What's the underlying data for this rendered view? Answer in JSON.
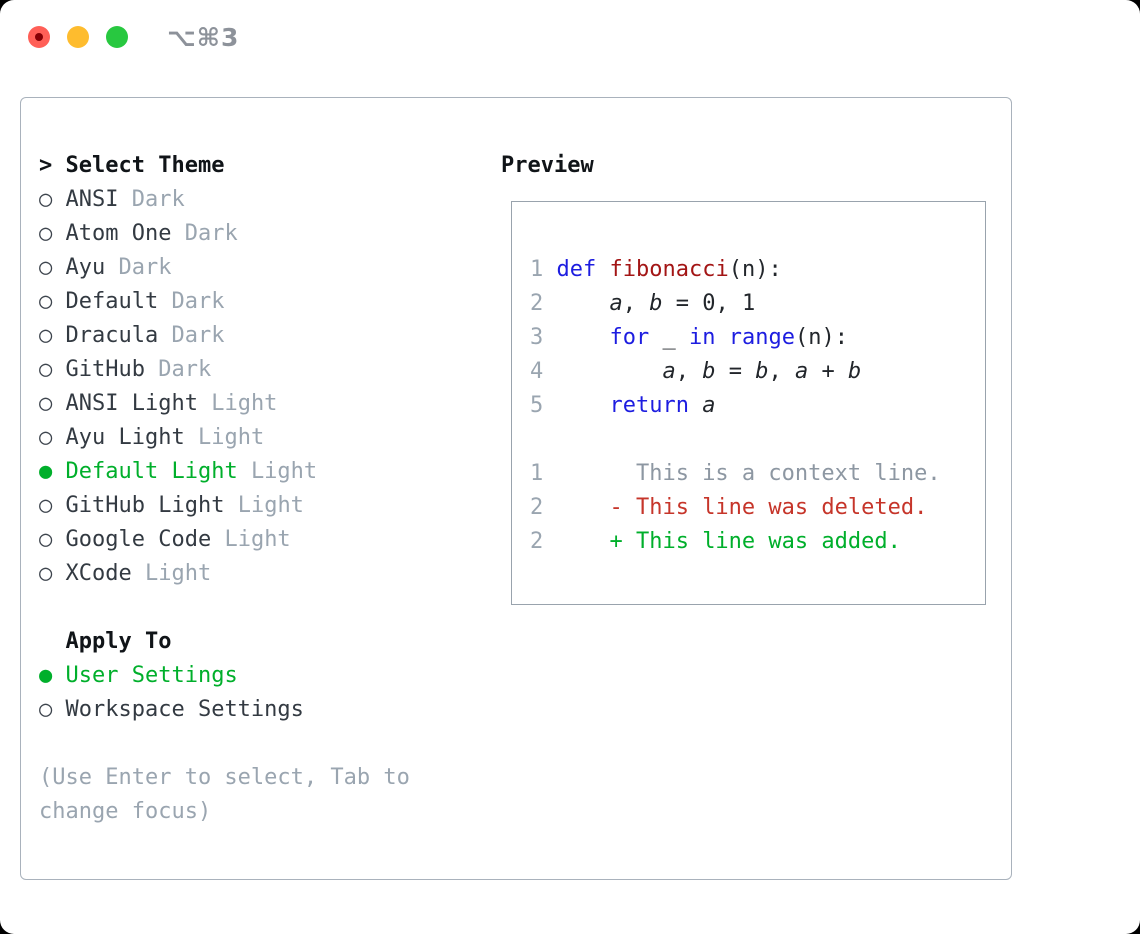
{
  "titlebar": {
    "shortcut_label": "⌥⌘3"
  },
  "glyphs": {
    "radio_selected": "●",
    "radio_unselected": "○",
    "prompt": ">"
  },
  "theme_panel": {
    "title": "Select Theme",
    "items": [
      {
        "name": "ANSI",
        "tag": "Dark",
        "selected": false
      },
      {
        "name": "Atom One",
        "tag": "Dark",
        "selected": false
      },
      {
        "name": "Ayu",
        "tag": "Dark",
        "selected": false
      },
      {
        "name": "Default",
        "tag": "Dark",
        "selected": false
      },
      {
        "name": "Dracula",
        "tag": "Dark",
        "selected": false
      },
      {
        "name": "GitHub",
        "tag": "Dark",
        "selected": false
      },
      {
        "name": "ANSI Light",
        "tag": "Light",
        "selected": false
      },
      {
        "name": "Ayu Light",
        "tag": "Light",
        "selected": false
      },
      {
        "name": "Default Light",
        "tag": "Light",
        "selected": true
      },
      {
        "name": "GitHub Light",
        "tag": "Light",
        "selected": false
      },
      {
        "name": "Google Code",
        "tag": "Light",
        "selected": false
      },
      {
        "name": "XCode",
        "tag": "Light",
        "selected": false
      }
    ]
  },
  "apply_panel": {
    "title": "Apply To",
    "options": [
      {
        "name": "User Settings",
        "selected": true
      },
      {
        "name": "Workspace Settings",
        "selected": false
      }
    ]
  },
  "help_text": [
    "(Use Enter to select, Tab to",
    "change focus)"
  ],
  "preview": {
    "title": "Preview",
    "code_lines": [
      {
        "num": "1",
        "segments": [
          {
            "t": " ",
            "c": "p"
          },
          {
            "t": "def",
            "c": "kw"
          },
          {
            "t": " ",
            "c": "p"
          },
          {
            "t": "fibonacci",
            "c": "fn"
          },
          {
            "t": "(n):",
            "c": "p"
          }
        ]
      },
      {
        "num": "2",
        "segments": [
          {
            "t": "     ",
            "c": "p"
          },
          {
            "t": "a",
            "c": "v"
          },
          {
            "t": ", ",
            "c": "p"
          },
          {
            "t": "b",
            "c": "v"
          },
          {
            "t": " = 0, 1",
            "c": "p"
          }
        ]
      },
      {
        "num": "3",
        "segments": [
          {
            "t": "     ",
            "c": "p"
          },
          {
            "t": "for",
            "c": "kw"
          },
          {
            "t": " _ ",
            "c": "p"
          },
          {
            "t": "in",
            "c": "kw"
          },
          {
            "t": " ",
            "c": "p"
          },
          {
            "t": "range",
            "c": "kw"
          },
          {
            "t": "(n):",
            "c": "p"
          }
        ]
      },
      {
        "num": "4",
        "segments": [
          {
            "t": "         ",
            "c": "p"
          },
          {
            "t": "a",
            "c": "v"
          },
          {
            "t": ", ",
            "c": "p"
          },
          {
            "t": "b",
            "c": "v"
          },
          {
            "t": " = ",
            "c": "p"
          },
          {
            "t": "b",
            "c": "v"
          },
          {
            "t": ", ",
            "c": "p"
          },
          {
            "t": "a",
            "c": "v"
          },
          {
            "t": " + ",
            "c": "p"
          },
          {
            "t": "b",
            "c": "v"
          }
        ]
      },
      {
        "num": "5",
        "segments": [
          {
            "t": "     ",
            "c": "p"
          },
          {
            "t": "return",
            "c": "kw"
          },
          {
            "t": " ",
            "c": "p"
          },
          {
            "t": "a",
            "c": "v"
          }
        ]
      }
    ],
    "diff_lines": [
      {
        "num": "1",
        "text": "       This is a context line.",
        "type": "context"
      },
      {
        "num": "2",
        "text": "     - This line was deleted.",
        "type": "deleted"
      },
      {
        "num": "2",
        "text": "     + This line was added.",
        "type": "added"
      }
    ]
  },
  "colors": {
    "accent_green": "#00af2b",
    "keyword_blue": "#1d1de0",
    "function_red": "#a31515",
    "deleted_red": "#c6352a",
    "muted_gray": "#9aa5b0",
    "context_gray": "#8d97a2",
    "text_dark": "#333a42",
    "code_black": "#22262b",
    "heading_black": "#101418",
    "panel_border": "#a9b2bc",
    "preview_border": "#99a3ad",
    "titlebar_gray": "#8d929a",
    "traffic_red": "#ff5f57",
    "traffic_red_dot": "#850005",
    "traffic_yellow": "#febc2e",
    "traffic_green": "#28c840"
  }
}
